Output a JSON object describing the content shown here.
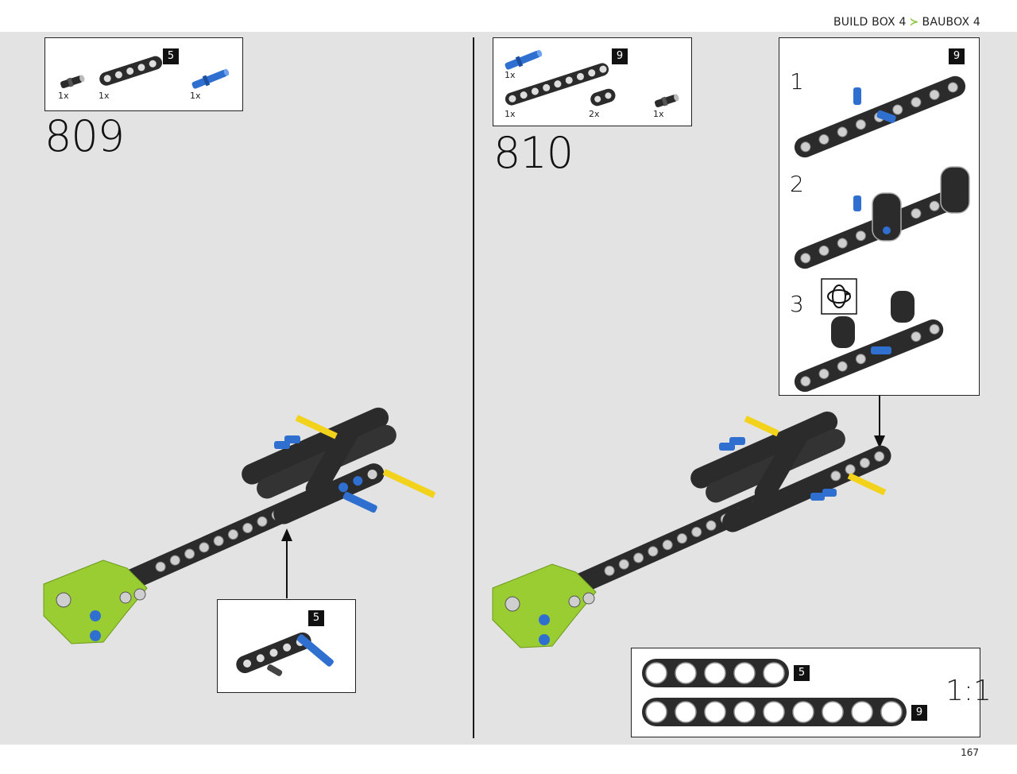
{
  "header": {
    "build_box": "BUILD BOX 4",
    "separator": "≻",
    "baubox": "BAUBOX 4"
  },
  "page_number": "167",
  "step_809": {
    "number": "809",
    "parts": [
      {
        "qty": "1x",
        "part": "black-pin-icon"
      },
      {
        "qty": "1x",
        "part": "beam-5-icon"
      },
      {
        "qty": "1x",
        "part": "blue-axle-pin-icon"
      }
    ],
    "parts_badge": "5",
    "callout_badge": "5"
  },
  "step_810": {
    "number": "810",
    "parts": [
      {
        "qty": "1x",
        "part": "blue-axle-pin-icon"
      },
      {
        "qty": "1x",
        "part": "beam-9-icon"
      },
      {
        "qty": "2x",
        "part": "connector-icon"
      },
      {
        "qty": "1x",
        "part": "black-pin-icon"
      }
    ],
    "parts_badge": "9",
    "substeps": [
      {
        "label": "1",
        "badge": "9"
      },
      {
        "label": "2"
      },
      {
        "label": "3"
      }
    ]
  },
  "scale_ruler": {
    "beams": [
      {
        "holes": 5,
        "badge": "5"
      },
      {
        "holes": 9,
        "badge": "9"
      }
    ],
    "scale": "1:1"
  },
  "colors": {
    "background": "#e3e3e3",
    "beam": "#2b2b2b",
    "lime": "#9acd32",
    "blue": "#2f6fd0",
    "yellow": "#f2d21b",
    "accent": "#8cc63f"
  }
}
